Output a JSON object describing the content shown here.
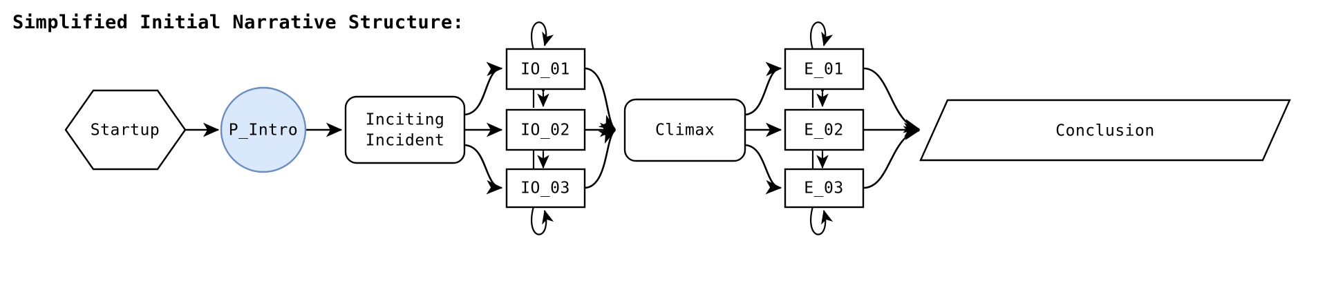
{
  "title": "Simplified Initial Narrative Structure:",
  "colors": {
    "background": "#ffffff",
    "stroke": "#000000",
    "node_fill": "#ffffff",
    "accent_fill": "#dae8fc",
    "accent_stroke": "#6c8ebf"
  },
  "nodes": {
    "startup": {
      "label": "Startup",
      "shape": "hexagon"
    },
    "p_intro": {
      "label": "P_Intro",
      "shape": "circle"
    },
    "inciting": {
      "label_line1": "Inciting",
      "label_line2": "Incident",
      "shape": "rounded-rect"
    },
    "io_01": {
      "label": "IO_01",
      "shape": "rect"
    },
    "io_02": {
      "label": "IO_02",
      "shape": "rect"
    },
    "io_03": {
      "label": "IO_03",
      "shape": "rect"
    },
    "climax": {
      "label": "Climax",
      "shape": "rounded-rect"
    },
    "e_01": {
      "label": "E_01",
      "shape": "rect"
    },
    "e_02": {
      "label": "E_02",
      "shape": "rect"
    },
    "e_03": {
      "label": "E_03",
      "shape": "rect"
    },
    "conclusion": {
      "label": "Conclusion",
      "shape": "parallelogram"
    }
  }
}
